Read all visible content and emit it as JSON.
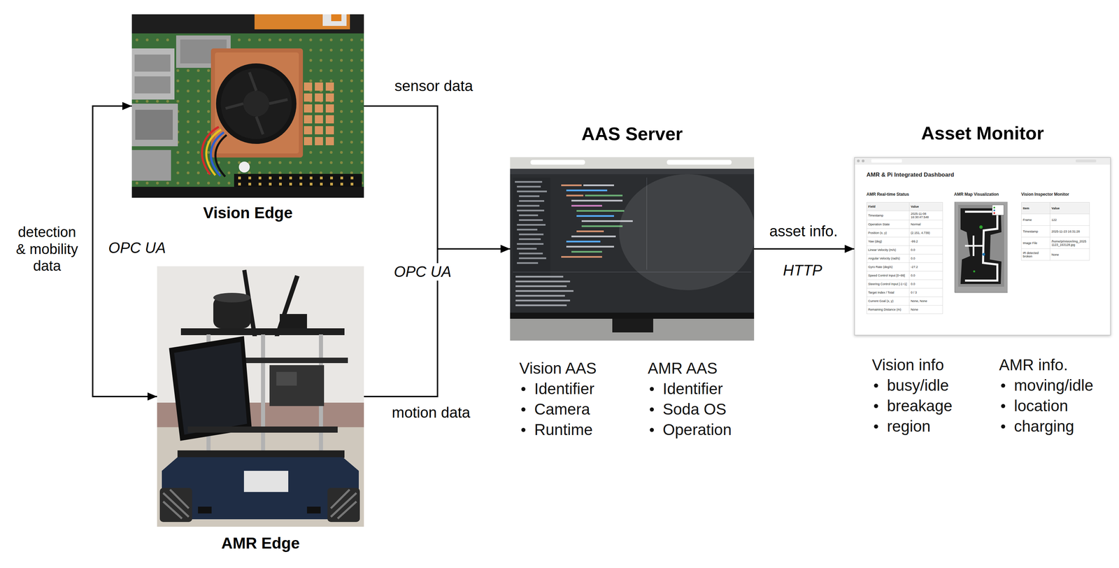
{
  "diagram": {
    "nodes": [
      {
        "text": [
          "Vision Edge"
        ]
      },
      {
        "text": [
          "AMR Edge"
        ]
      },
      {
        "text": [
          "AAS Server"
        ]
      },
      {
        "text": [
          "Asset Monitor"
        ]
      }
    ],
    "edges": [
      {
        "from": 0,
        "to": 1,
        "arrow": "both",
        "label": "detection & mobility data"
      },
      {
        "from": 0,
        "to": 2,
        "arrow": "to",
        "label": "sensor data"
      },
      {
        "from": 1,
        "to": 2,
        "arrow": "to",
        "label": "motion data"
      },
      {
        "from": 2,
        "to": 3,
        "arrow": "to",
        "label": "asset info."
      }
    ],
    "labels": [
      "OPC UA",
      "OPC UA",
      "HTTP",
      "Vision AAS",
      "Identifier",
      "Camera",
      "Runtime",
      "AMR AAS",
      "Identifier",
      "Soda OS",
      "Operation",
      "Vision info",
      "busy/idle",
      "breakage",
      "region",
      "AMR info.",
      "moving/idle",
      "location",
      "charging",
      "AMR & Pi Integrated Dashboard",
      "AMR Real-time Status",
      "Field",
      "Value",
      "Timestamp",
      "2025-11-08 16:30:47.548",
      "Operation State",
      "Normal",
      "Position (x, y)",
      "(2.151, 4.739)",
      "Yaw (deg)",
      "-99.2",
      "Linear Velocity (m/s)",
      "0.0",
      "Angular Velocity (rad/s)",
      "0.0",
      "Gyro Rate (deg/s)",
      "-27.2",
      "Speed Control Input [0~99]",
      "0.0",
      "Steering Control Input [-1~1]",
      "0.0",
      "Target Index / Total",
      "0 / 3",
      "Current Goal (x, y)",
      "None, None",
      "Remaining Distance (m)",
      "None",
      "AMR Map Visualization",
      "Vision Inspector Monitor",
      "Item",
      "Value",
      "Frame",
      "122",
      "Timestamp",
      "2025-11-23 16:31:28",
      "Image File",
      "/home/pi/vision/img_20251123_163128.jpg",
      "IR detected broken",
      "None"
    ]
  }
}
